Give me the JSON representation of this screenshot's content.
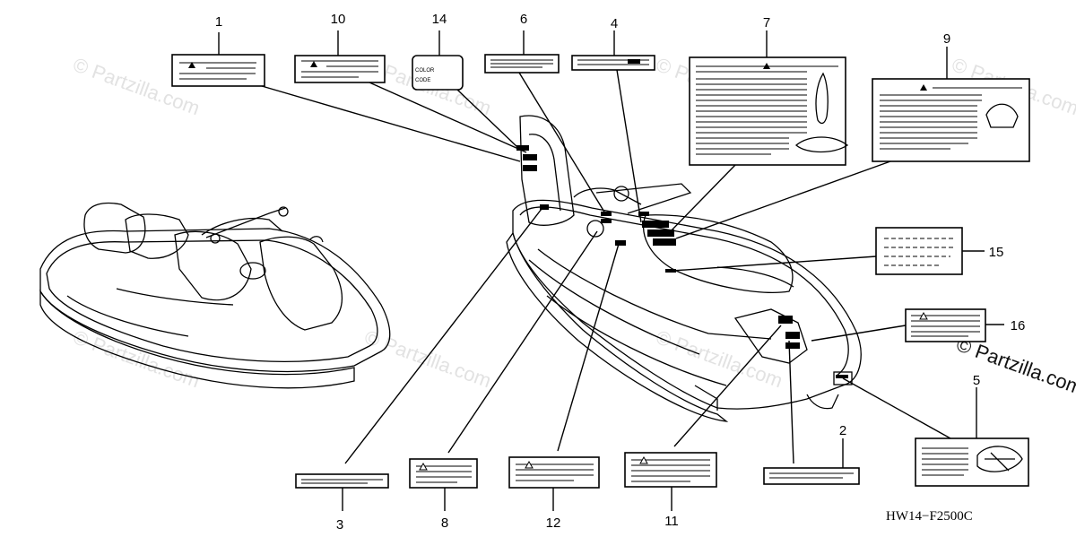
{
  "diagram_code": "HW14−F2500C",
  "watermark": "© Partzilla.com",
  "label_14_text": [
    "COLOR",
    "CODE"
  ],
  "callouts": [
    "1",
    "2",
    "3",
    "4",
    "5",
    "6",
    "7",
    "8",
    "9",
    "10",
    "11",
    "12",
    "14",
    "15",
    "16"
  ]
}
